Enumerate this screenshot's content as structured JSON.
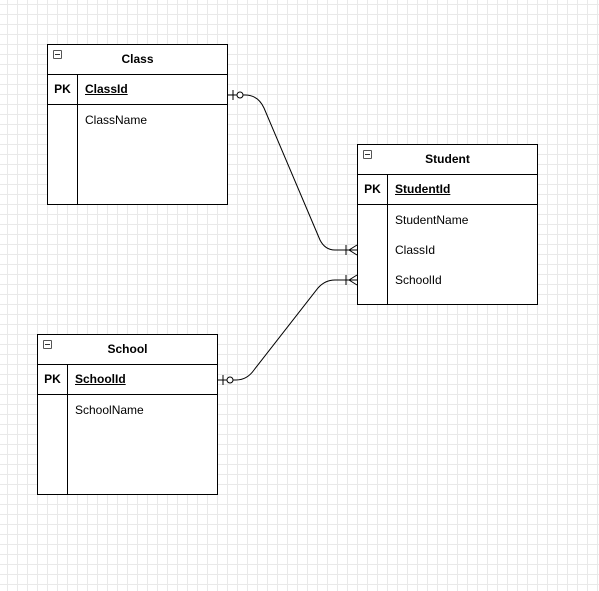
{
  "entities": {
    "class": {
      "title": "Class",
      "pk_label": "PK",
      "pk_field": "ClassId",
      "fields": [
        "ClassName"
      ]
    },
    "student": {
      "title": "Student",
      "pk_label": "PK",
      "pk_field": "StudentId",
      "fields": [
        "StudentName",
        "ClassId",
        "SchoolId"
      ]
    },
    "school": {
      "title": "School",
      "pk_label": "PK",
      "pk_field": "SchoolId",
      "fields": [
        "SchoolName"
      ]
    }
  },
  "relationships": [
    {
      "from": "Class.ClassId",
      "to": "Student.ClassId",
      "from_end": "one-or-zero",
      "to_end": "one-or-many"
    },
    {
      "from": "School.SchoolId",
      "to": "Student.SchoolId",
      "from_end": "one-or-zero",
      "to_end": "one-or-many"
    }
  ],
  "colors": {
    "border": "#000000",
    "grid": "#e9e9e9",
    "background": "#ffffff"
  },
  "icons": [
    "collapse-icon"
  ]
}
